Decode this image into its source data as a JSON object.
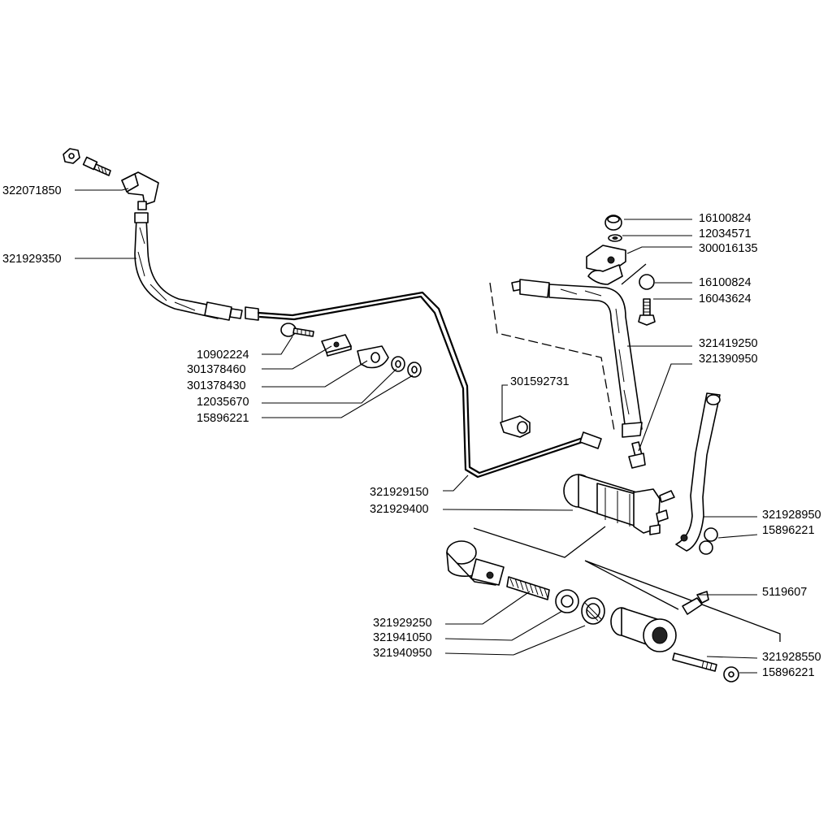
{
  "labels": {
    "p322071850": "322071850",
    "p321929350": "321929350",
    "p10902224": "10902224",
    "p301378460": "301378460",
    "p301378430": "301378430",
    "p12035670": "12035670",
    "p15896221_a": "15896221",
    "p301592731": "301592731",
    "p321929150": "321929150",
    "p321929400": "321929400",
    "p16100824_a": "16100824",
    "p12034571": "12034571",
    "p300016135": "300016135",
    "p16100824_b": "16100824",
    "p16043624": "16043624",
    "p321419250": "321419250",
    "p321390950": "321390950",
    "p321928950": "321928950",
    "p15896221_b": "15896221",
    "p5119607": "5119607",
    "p321929250": "321929250",
    "p321941050": "321941050",
    "p321940950": "321940950",
    "p321928550": "321928550",
    "p15896221_c": "15896221"
  },
  "icons": {
    "line_color": "#000000",
    "background": "#ffffff"
  }
}
